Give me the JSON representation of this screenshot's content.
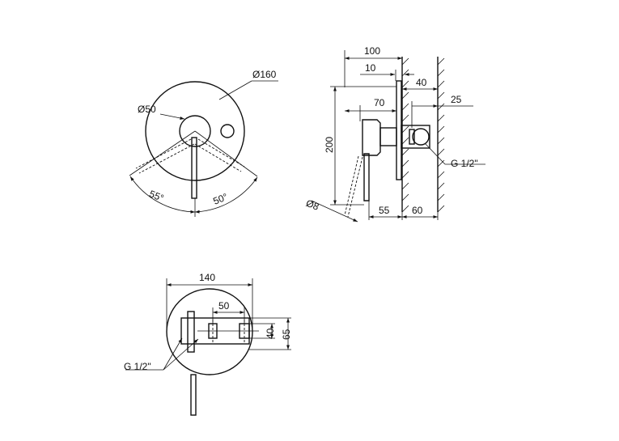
{
  "front_view": {
    "diameter_plate": "Ø160",
    "diameter_handle": "Ø50",
    "angle_left": "55°",
    "angle_right": "50°"
  },
  "side_view": {
    "dim_total_depth": "100",
    "dim_plate_thickness": "10",
    "dim_handle_depth": "70",
    "dim_body_depth": "40",
    "dim_wall_offset": "25",
    "dim_height": "200",
    "dim_lever_diameter": "Ø8",
    "dim_lever_projection": "55",
    "dim_body_min": "60",
    "thread_label": "G 1/2\""
  },
  "rear_view": {
    "dim_width": "140",
    "dim_port_spacing": "50",
    "dim_port_height": "40",
    "dim_body_height": "65",
    "thread_label": "G 1/2\""
  }
}
